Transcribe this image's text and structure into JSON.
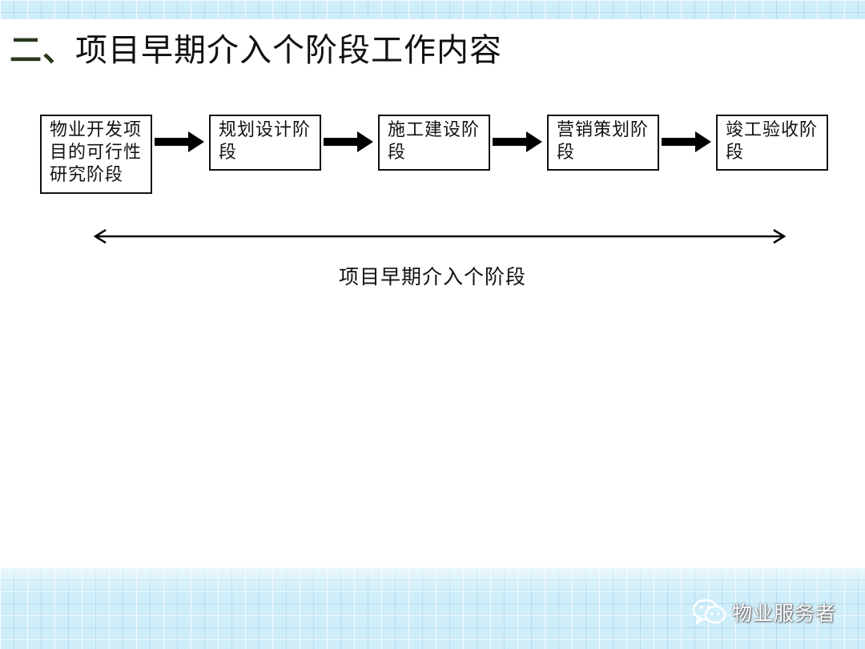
{
  "slide": {
    "title_number": "二、",
    "title_text": "项目早期介入个阶段工作内容"
  },
  "diagram": {
    "stages": [
      {
        "label": "物业开发项目的可行性研究阶段"
      },
      {
        "label": "规划设计阶段"
      },
      {
        "label": "施工建设阶段"
      },
      {
        "label": "营销策划阶段"
      },
      {
        "label": "竣工验收阶段"
      }
    ],
    "span_label": "项目早期介入个阶段"
  },
  "watermark": {
    "icon": "wechat-icon",
    "text": "物业服务者"
  },
  "colors": {
    "background_band": "#cfeef9",
    "title_number": "#2b3a1e",
    "text": "#111111"
  }
}
